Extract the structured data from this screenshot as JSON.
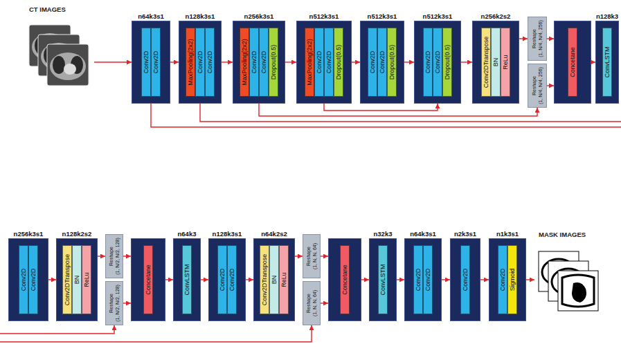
{
  "diagram": {
    "nodes": [
      {
        "text": [
          "CT IMAGES"
        ]
      },
      {
        "text": [
          "n64k3s1"
        ]
      },
      {
        "text": [
          "Conv2D"
        ],
        "in": 1
      },
      {
        "text": [
          "Conv2D"
        ],
        "in": 1
      },
      {
        "text": [
          "n128k3s1"
        ]
      },
      {
        "text": [
          "MaxPooling(2x2)"
        ],
        "in": 4
      },
      {
        "text": [
          "Conv2D"
        ],
        "in": 4
      },
      {
        "text": [
          "Conv2D"
        ],
        "in": 4
      },
      {
        "text": [
          "n256k3s1"
        ]
      },
      {
        "text": [
          "MaxPooling(2x2)"
        ],
        "in": 8
      },
      {
        "text": [
          "Conv2D"
        ],
        "in": 8
      },
      {
        "text": [
          "Conv2D"
        ],
        "in": 8
      },
      {
        "text": [
          "Dropout(0.5)"
        ],
        "in": 8
      },
      {
        "text": [
          "n512k3s1"
        ]
      },
      {
        "text": [
          "MaxPooling(2x2)"
        ],
        "in": 13
      },
      {
        "text": [
          "Conv2D"
        ],
        "in": 13
      },
      {
        "text": [
          "Conv2D"
        ],
        "in": 13
      },
      {
        "text": [
          "Dropout(0.5)"
        ],
        "in": 13
      },
      {
        "text": [
          "n512k3s1"
        ]
      },
      {
        "text": [
          "Conv2D"
        ],
        "in": 18
      },
      {
        "text": [
          "Conv2D"
        ],
        "in": 18
      },
      {
        "text": [
          "Dropout(0.5)"
        ],
        "in": 18
      },
      {
        "text": [
          "n512k3s1"
        ]
      },
      {
        "text": [
          "Conv2D"
        ],
        "in": 22
      },
      {
        "text": [
          "Conv2D"
        ],
        "in": 22
      },
      {
        "text": [
          "Dropout(0.5)"
        ],
        "in": 22
      },
      {
        "text": [
          "n256k2s2"
        ]
      },
      {
        "text": [
          "Conv2DTranspose"
        ],
        "in": 26
      },
      {
        "text": [
          "BN"
        ],
        "in": 26
      },
      {
        "text": [
          "ReLu"
        ],
        "in": 26
      },
      {
        "text": [
          "Reshape",
          "(1, N/4, N/4, 256)"
        ]
      },
      {
        "text": [
          "Reshape",
          "(1, N/4, N/4, 256)"
        ]
      },
      {
        "text": []
      },
      {
        "text": [
          "Concetane"
        ],
        "in": 32
      },
      {
        "text": [
          "n128k3"
        ]
      },
      {
        "text": [
          "ConvLSTM"
        ],
        "in": 34
      },
      {
        "text": [
          "n256k3s1"
        ]
      },
      {
        "text": [
          "Conv2D"
        ],
        "in": 36
      },
      {
        "text": [
          "Conv2D"
        ],
        "in": 36
      },
      {
        "text": [
          "n128k2s2"
        ]
      },
      {
        "text": [
          "Conv2DTranspose"
        ],
        "in": 39
      },
      {
        "text": [
          "BN"
        ],
        "in": 39
      },
      {
        "text": [
          "ReLu"
        ],
        "in": 39
      },
      {
        "text": [
          "Reshape",
          "(1, N/2, N/2, 128)"
        ]
      },
      {
        "text": [
          "Reshape",
          "(1, N/2, N/2, 128)"
        ]
      },
      {
        "text": []
      },
      {
        "text": [
          "Concetane"
        ],
        "in": 45
      },
      {
        "text": [
          "n64k3"
        ]
      },
      {
        "text": [
          "ConvLSTM"
        ],
        "in": 47
      },
      {
        "text": [
          "n128k3s1"
        ]
      },
      {
        "text": [
          "Conv2D"
        ],
        "in": 49
      },
      {
        "text": [
          "Conv2D"
        ],
        "in": 49
      },
      {
        "text": [
          "n64k2s2"
        ]
      },
      {
        "text": [
          "Conv2DTranspose"
        ],
        "in": 52
      },
      {
        "text": [
          "BN"
        ],
        "in": 52
      },
      {
        "text": [
          "ReLu"
        ],
        "in": 52
      },
      {
        "text": [
          "Reshape",
          "(1, N, N, 64)"
        ]
      },
      {
        "text": [
          "Reshape",
          "(1, N, N, 64)"
        ]
      },
      {
        "text": []
      },
      {
        "text": [
          "Concetane"
        ],
        "in": 58
      },
      {
        "text": [
          "n32k3"
        ]
      },
      {
        "text": [
          "ConvLSTM"
        ],
        "in": 60
      },
      {
        "text": [
          "n64k3s1"
        ]
      },
      {
        "text": [
          "Conv2D"
        ],
        "in": 62
      },
      {
        "text": [
          "Conv2D"
        ],
        "in": 62
      },
      {
        "text": [
          "n2k3s1"
        ]
      },
      {
        "text": [
          "Conv2D"
        ],
        "in": 65
      },
      {
        "text": [
          "n1k3s1"
        ]
      },
      {
        "text": [
          "Conv2D"
        ],
        "in": 67
      },
      {
        "text": [
          "Sigmoid"
        ],
        "in": 67
      },
      {
        "text": [
          "MASK IMAGES"
        ]
      }
    ],
    "edges": [
      {
        "from": 0,
        "to": 1,
        "arrow": "to"
      },
      {
        "from": 1,
        "to": 4,
        "arrow": "to"
      },
      {
        "from": 4,
        "to": 8,
        "arrow": "to"
      },
      {
        "from": 8,
        "to": 13,
        "arrow": "to"
      },
      {
        "from": 13,
        "to": 18,
        "arrow": "to"
      },
      {
        "from": 18,
        "to": 22,
        "arrow": "to"
      },
      {
        "from": 22,
        "to": 26,
        "arrow": "to"
      },
      {
        "from": 26,
        "to": 30,
        "arrow": "to"
      },
      {
        "from": 30,
        "to": 32,
        "arrow": "to"
      },
      {
        "from": 31,
        "to": 32,
        "arrow": "to"
      },
      {
        "from": 32,
        "to": 34,
        "arrow": "to"
      },
      {
        "from": 13,
        "to": 22,
        "arrow": "to"
      },
      {
        "from": 8,
        "to": 31,
        "arrow": "to"
      },
      {
        "from": 4,
        "to": 44,
        "arrow": "to"
      },
      {
        "from": 1,
        "to": 57,
        "arrow": "to"
      },
      {
        "from": 36,
        "to": 39,
        "arrow": "to"
      },
      {
        "from": 39,
        "to": 43,
        "arrow": "to"
      },
      {
        "from": 43,
        "to": 45,
        "arrow": "to"
      },
      {
        "from": 44,
        "to": 45,
        "arrow": "to"
      },
      {
        "from": 45,
        "to": 47,
        "arrow": "to"
      },
      {
        "from": 47,
        "to": 49,
        "arrow": "to"
      },
      {
        "from": 49,
        "to": 52,
        "arrow": "to"
      },
      {
        "from": 52,
        "to": 56,
        "arrow": "to"
      },
      {
        "from": 56,
        "to": 58,
        "arrow": "to"
      },
      {
        "from": 57,
        "to": 58,
        "arrow": "to"
      },
      {
        "from": 58,
        "to": 60,
        "arrow": "to"
      },
      {
        "from": 60,
        "to": 62,
        "arrow": "to"
      },
      {
        "from": 62,
        "to": 65,
        "arrow": "to"
      },
      {
        "from": 65,
        "to": 67,
        "arrow": "to"
      },
      {
        "from": 67,
        "to": 70,
        "arrow": "to"
      }
    ]
  }
}
